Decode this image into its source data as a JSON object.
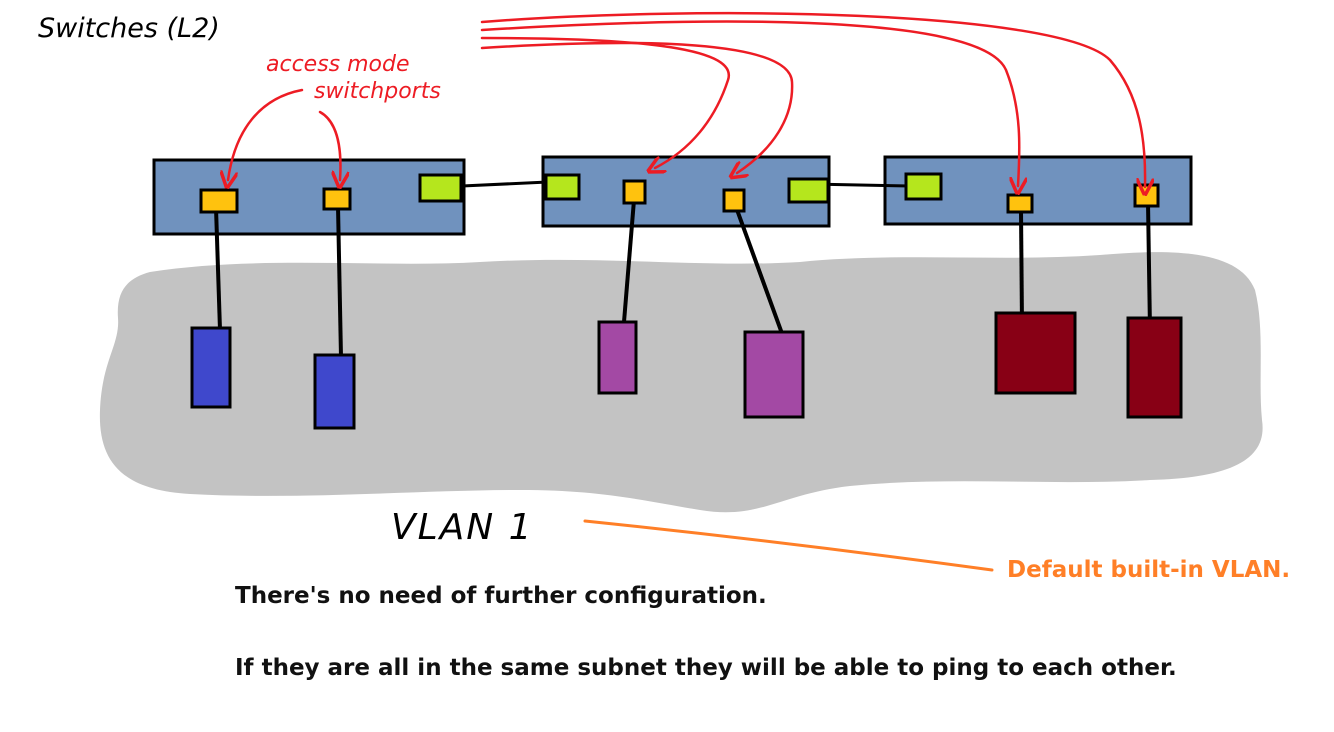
{
  "labels": {
    "switches": "Switches (L2)",
    "access_line1": "access mode",
    "access_line2": "switchports",
    "vlan": "VLAN 1",
    "default_vlan": "Default built-in VLAN."
  },
  "notes": {
    "line1": "There's no need of further configuration.",
    "line2": "If they are all in the same subnet they will be able to ping to each other."
  },
  "colors": {
    "switch_body": "#7092be",
    "access_port": "#ffc20e",
    "trunk_port": "#b5e61d",
    "vlan_area": "#c3c3c3",
    "host_blue": "#3f48cc",
    "host_purple": "#a349a4",
    "host_darkred": "#880015",
    "annotation_red": "#ed1c24",
    "annotation_orange": "#ff7f27",
    "outline": "#000000"
  }
}
